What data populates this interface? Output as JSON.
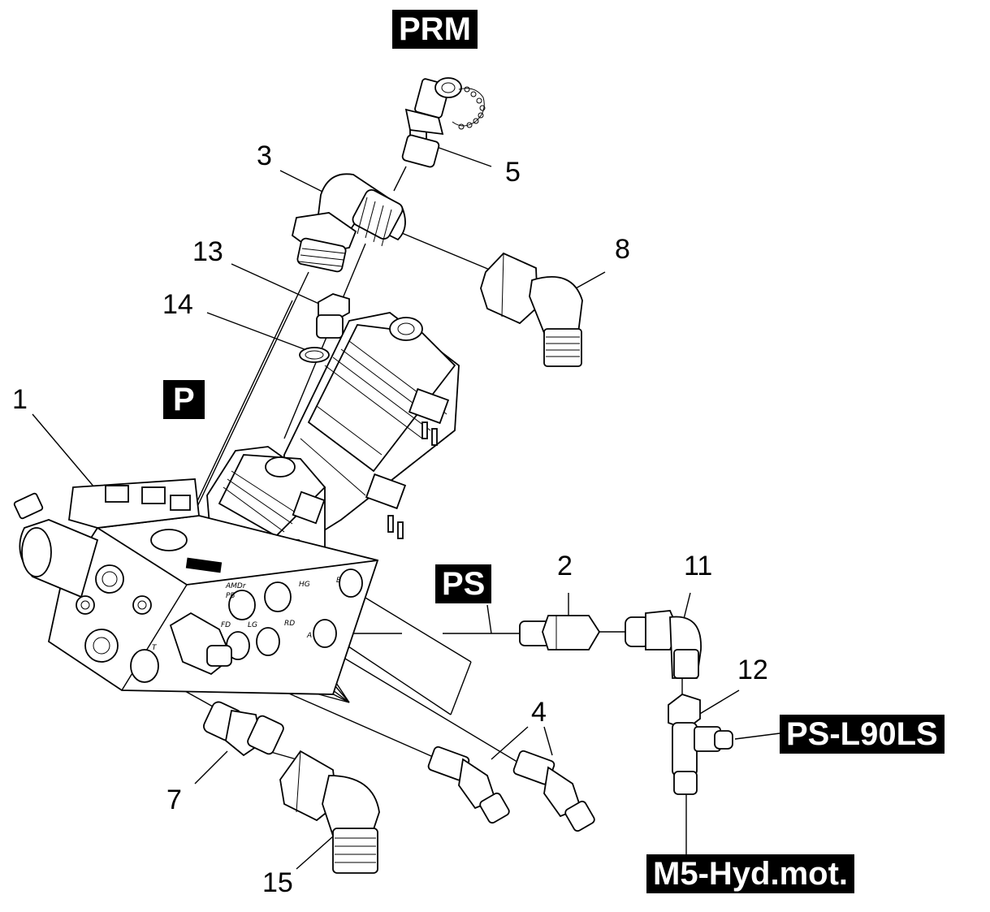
{
  "port_tags": {
    "prm": "PRM",
    "p": "P",
    "ps": "PS",
    "ps_l90ls": "PS-L90LS",
    "m5_hyd_mot": "M5-Hyd.mot."
  },
  "callouts": {
    "c1": "1",
    "c2": "2",
    "c3": "3",
    "c4": "4",
    "c5": "5",
    "c7": "7",
    "c8": "8",
    "c11": "11",
    "c12": "12",
    "c13": "13",
    "c14": "14",
    "c15": "15"
  },
  "block_port_labels": {
    "t": "T",
    "fd": "FD",
    "lg": "LG",
    "rd": "RD",
    "hg": "HG",
    "b": "B",
    "a": "A",
    "amdr": "AMDr",
    "pb": "PB"
  }
}
